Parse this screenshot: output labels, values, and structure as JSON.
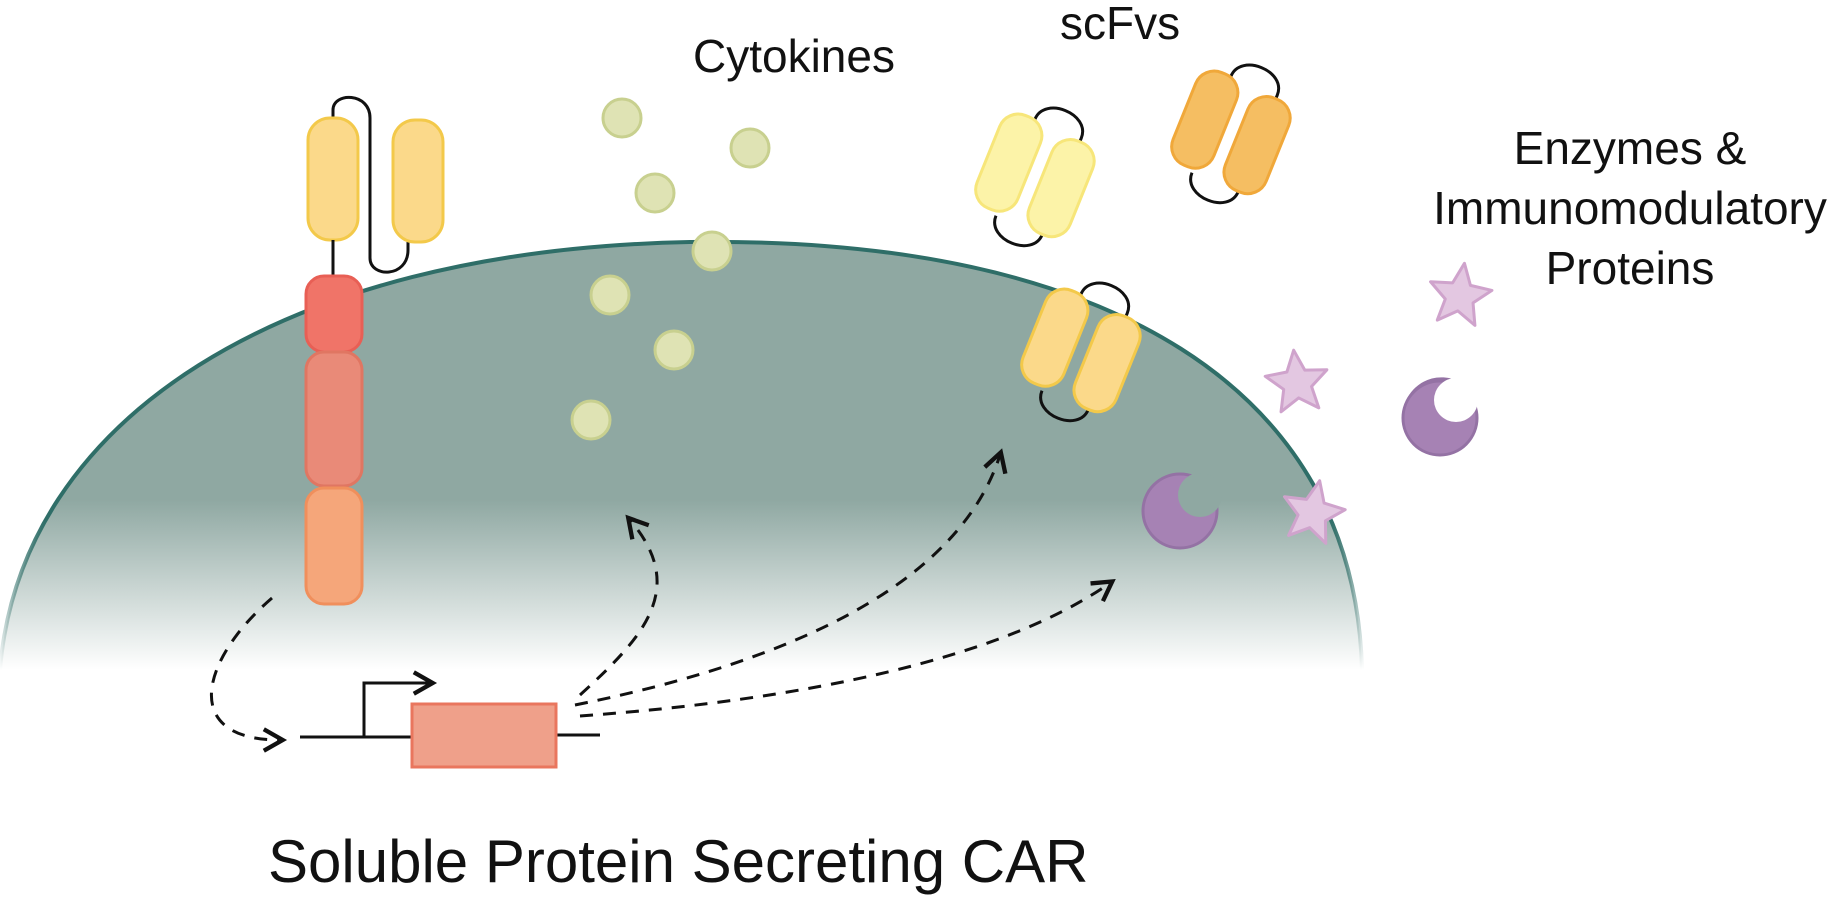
{
  "labels": {
    "cytokines": "Cytokines",
    "scfvs": "scFvs",
    "enzymes_line1": "Enzymes &",
    "enzymes_line2": "Immunomodulatory",
    "enzymes_line3": "Proteins",
    "title": "Soluble Protein Secreting CAR"
  },
  "colors": {
    "cell_fill": "#8fa8a2",
    "cell_outline": "#2f6e68",
    "scfv_light": "#fbd98a",
    "scfv_light_outline": "#f3c94a",
    "scfv_pale": "#fcf3a8",
    "scfv_orange": "#f5be62",
    "car_hinge": "#f07468",
    "car_tm": "#e98a78",
    "car_signal": "#f5a67a",
    "cytokine": "#dfe3b4",
    "cytokine_outline": "#c8d08f",
    "enzyme": "#a682b4",
    "star": "#e3c7e1",
    "gene_box": "#efa08a"
  },
  "icons": [
    "dashed-arrow-icon",
    "promoter-arrow-icon",
    "star-icon",
    "crescent-enzyme-icon"
  ]
}
